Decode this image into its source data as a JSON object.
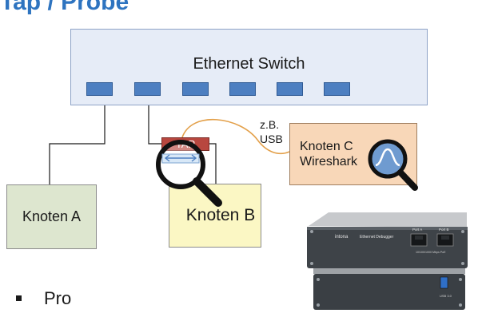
{
  "title": "Tap / Probe",
  "switch": {
    "label": "Ethernet Switch",
    "port_count": 6
  },
  "tap": {
    "label": "TAP"
  },
  "connection": {
    "line1": "z.B.",
    "line2": "USB"
  },
  "nodes": {
    "a": {
      "label": "Knoten A"
    },
    "b": {
      "label": "Knoten B"
    },
    "c": {
      "line1": "Knoten C",
      "line2": "Wireshark"
    }
  },
  "device": {
    "brand": "intona",
    "model": "Ethernet Debugger",
    "port_a": "Port A",
    "port_b": "Port B",
    "speed": "10/100/1000 Mbps PoE",
    "usb": "USB 3.0"
  },
  "bullets": [
    "Pro"
  ],
  "colors": {
    "title": "#2e74c0",
    "switch_fill": "#e6ecf7",
    "port_fill": "#4d7fc1",
    "tap_fill": "#b8473f",
    "node_a_fill": "#dde6cf",
    "node_b_fill": "#fbf7c4",
    "node_c_fill": "#f8d7b8",
    "usb_cable": "#e3a04a"
  },
  "icons": [
    "magnifier-icon",
    "double-arrow-icon",
    "wireshark-shark-fin-icon",
    "ethernet-port-icon",
    "usb-port-icon"
  ]
}
